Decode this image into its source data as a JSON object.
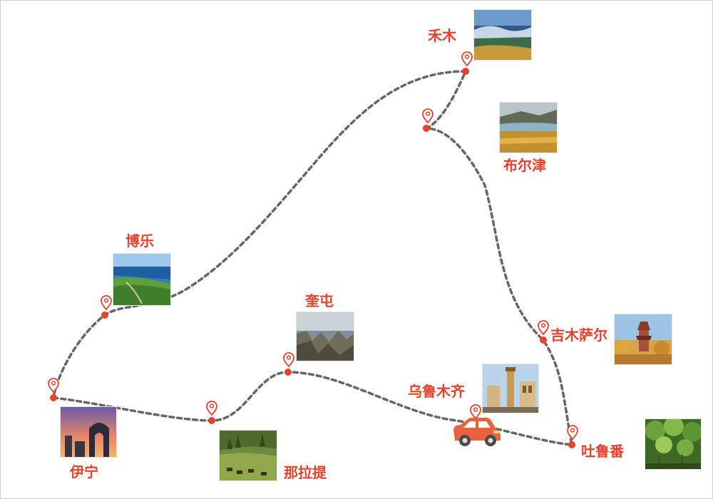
{
  "map": {
    "route_color": "#666666",
    "marker_color": "#e8412c",
    "label_color": "#e8412c"
  },
  "places": {
    "hemu": "禾木",
    "buerjin": "布尔津",
    "bole": "博乐",
    "kuitun": "奎屯",
    "jimusaer": "吉木萨尔",
    "wulumuqi": "乌鲁木齐",
    "tulufan": "吐鲁番",
    "yining": "伊宁",
    "nalati": "那拉提"
  },
  "icons": [
    "map-pin-icon",
    "car-icon"
  ]
}
